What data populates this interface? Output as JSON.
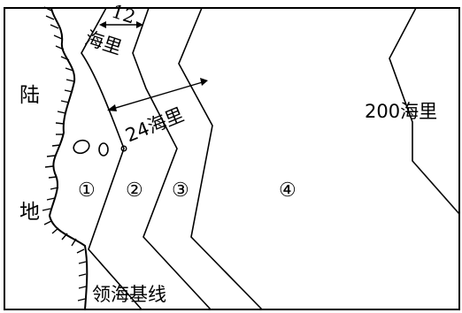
{
  "diagram": {
    "land_label_top": "陆",
    "land_label_bottom": "地",
    "zone_labels": [
      "①",
      "②",
      "③",
      "④"
    ],
    "distance_12": "12",
    "distance_12_unit": "海里",
    "distance_24": "24海里",
    "distance_200": "200海里",
    "baseline_label": "领海基线"
  }
}
